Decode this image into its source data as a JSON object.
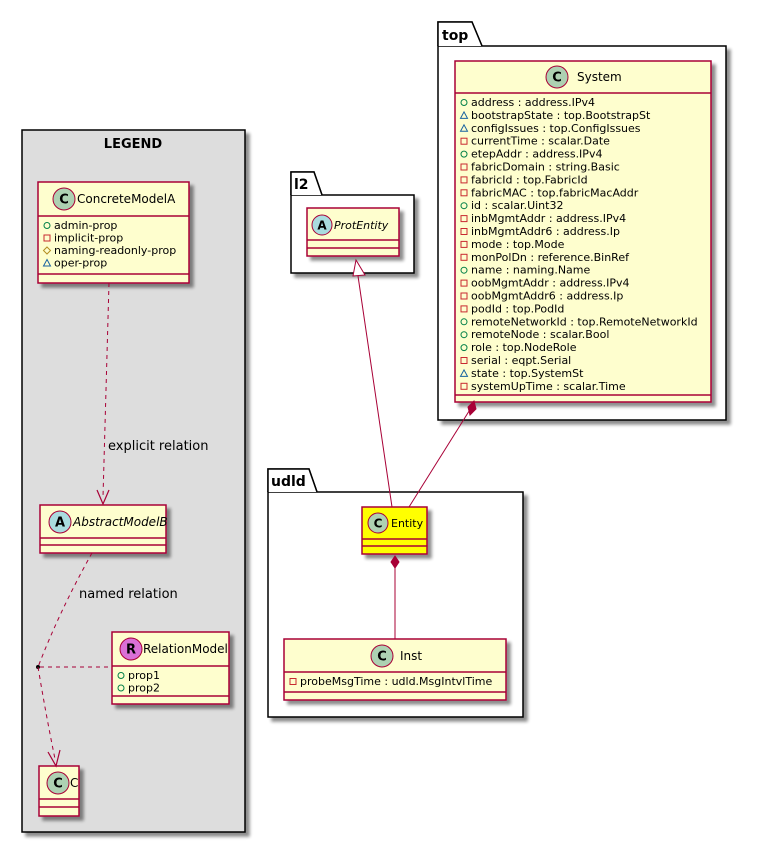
{
  "legend": {
    "title": "LEGEND",
    "concrete": {
      "stereotype": "C",
      "name": "ConcreteModelA",
      "attributes": [
        {
          "vis": "+",
          "text": "admin-prop"
        },
        {
          "vis": "-",
          "text": "implicit-prop"
        },
        {
          "vis": "#",
          "text": "naming-readonly-prop"
        },
        {
          "vis": "~",
          "text": "oper-prop"
        }
      ]
    },
    "abstract": {
      "stereotype": "A",
      "name": "AbstractModelB"
    },
    "relation": {
      "stereotype": "R",
      "name": "RelationModel",
      "attributes": [
        {
          "vis": "+",
          "text": "prop1"
        },
        {
          "vis": "+",
          "text": "prop2"
        }
      ]
    },
    "c_class": {
      "stereotype": "C",
      "name": "C"
    },
    "explicit_label": "explicit relation",
    "named_label": "named relation"
  },
  "packages": {
    "top": {
      "name": "top",
      "system": {
        "stereotype": "C",
        "name": "System",
        "attributes": [
          {
            "vis": "+",
            "text": "address : address.IPv4"
          },
          {
            "vis": "~",
            "text": "bootstrapState : top.BootstrapSt"
          },
          {
            "vis": "~",
            "text": "configIssues : top.ConfigIssues"
          },
          {
            "vis": "-",
            "text": "currentTime : scalar.Date"
          },
          {
            "vis": "+",
            "text": "etepAddr : address.IPv4"
          },
          {
            "vis": "-",
            "text": "fabricDomain : string.Basic"
          },
          {
            "vis": "-",
            "text": "fabricId : top.FabricId"
          },
          {
            "vis": "-",
            "text": "fabricMAC : top.fabricMacAddr"
          },
          {
            "vis": "+",
            "text": "id : scalar.Uint32"
          },
          {
            "vis": "-",
            "text": "inbMgmtAddr : address.IPv4"
          },
          {
            "vis": "-",
            "text": "inbMgmtAddr6 : address.Ip"
          },
          {
            "vis": "-",
            "text": "mode : top.Mode"
          },
          {
            "vis": "-",
            "text": "monPolDn : reference.BinRef"
          },
          {
            "vis": "+",
            "text": "name : naming.Name"
          },
          {
            "vis": "-",
            "text": "oobMgmtAddr : address.IPv4"
          },
          {
            "vis": "-",
            "text": "oobMgmtAddr6 : address.Ip"
          },
          {
            "vis": "-",
            "text": "podId : top.PodId"
          },
          {
            "vis": "+",
            "text": "remoteNetworkId : top.RemoteNetworkId"
          },
          {
            "vis": "+",
            "text": "remoteNode : scalar.Bool"
          },
          {
            "vis": "+",
            "text": "role : top.NodeRole"
          },
          {
            "vis": "-",
            "text": "serial : eqpt.Serial"
          },
          {
            "vis": "~",
            "text": "state : top.SystemSt"
          },
          {
            "vis": "-",
            "text": "systemUpTime : scalar.Time"
          }
        ]
      }
    },
    "l2": {
      "name": "l2",
      "protentity": {
        "stereotype": "A",
        "name": "ProtEntity"
      }
    },
    "udld": {
      "name": "udld",
      "entity": {
        "stereotype": "C",
        "name": "Entity"
      },
      "inst": {
        "stereotype": "C",
        "name": "Inst",
        "attributes": [
          {
            "vis": "-",
            "text": "probeMsgTime : udld.MsgIntvlTime"
          }
        ]
      }
    }
  },
  "colors": {
    "class_fill": "#FEFECE",
    "class_border": "#A80036",
    "entity_fill": "#FFFF00",
    "legend_fill": "#DDDDDD",
    "circle_c": "#ADD1B2",
    "circle_a": "#A9DCDF",
    "circle_r": "#DA70D6",
    "vis_public": "#038048",
    "vis_private": "#C82930",
    "vis_protected": "#B38D22",
    "vis_package": "#1963A0"
  }
}
